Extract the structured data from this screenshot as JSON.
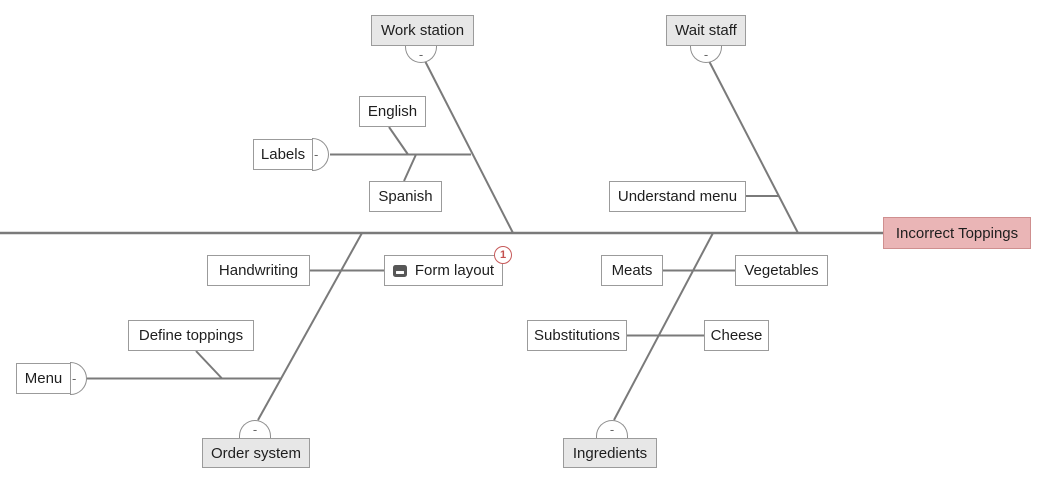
{
  "fishbone": {
    "effect_label": "Incorrect Toppings",
    "collapse_glyph": "-",
    "categories": {
      "work_station": "Work station",
      "wait_staff": "Wait staff",
      "order_system": "Order system",
      "ingredients": "Ingredients"
    },
    "causes": {
      "labels": "Labels",
      "english": "English",
      "spanish": "Spanish",
      "understand_menu": "Understand menu",
      "handwriting": "Handwriting",
      "form_layout": "Form layout",
      "define_toppings": "Define toppings",
      "menu": "Menu",
      "meats": "Meats",
      "vegetables": "Vegetables",
      "substitutions": "Substitutions",
      "cheese": "Cheese"
    },
    "badges": {
      "form_layout_count": "1"
    },
    "colors": {
      "line": "#7a7a7a",
      "box_border": "#9b9b9b",
      "category_fill": "#e7e7e7",
      "cause_fill": "#ffffff",
      "effect_fill": "#eab5b6",
      "effect_border": "#cf8f8f",
      "badge_red": "#c75a5a"
    }
  }
}
